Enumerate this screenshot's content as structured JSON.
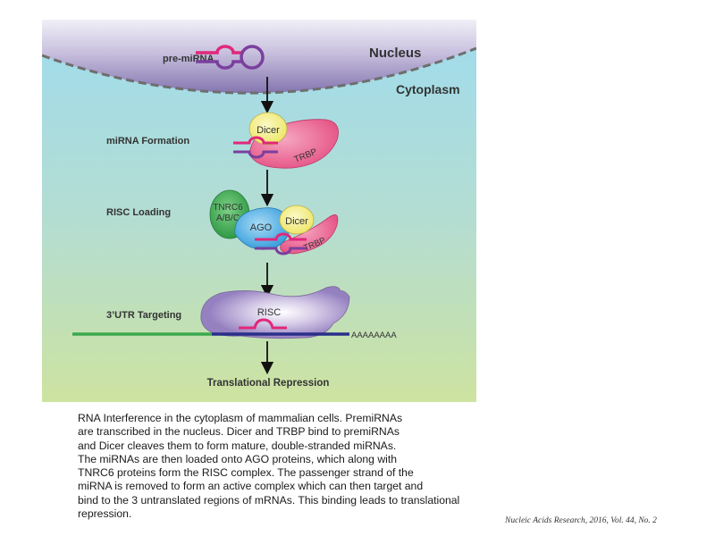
{
  "figure": {
    "compartments": {
      "nucleus": "Nucleus",
      "cytoplasm": "Cytoplasm"
    },
    "steps": {
      "pre_mirna": "pre-miRNA",
      "mirna_formation": "miRNA Formation",
      "risc_loading": "RISC Loading",
      "utr_targeting": "3’UTR Targeting",
      "translational_repression": "Translational Repression"
    },
    "proteins": {
      "dicer": "Dicer",
      "trbp": "TRBP",
      "tnrc6_line1": "TNRC6",
      "tnrc6_line2": "A/B/C",
      "ago": "AGO",
      "risc": "RISC"
    },
    "poly_a_tail": "AAAAAAAA",
    "colors": {
      "nucleus_top": "#efeef6",
      "nucleus_bottom": "#8a7cb3",
      "cytoplasm_top": "#9fdcee",
      "cytoplasm_bottom": "#cde3a0",
      "mirna_strand_1": "#e0287a",
      "mirna_strand_2": "#7b3f9e",
      "dicer": "#f4ef8a",
      "trbp": "#ea5a8a",
      "tnrc6": "#3aa84e",
      "ago": "#3ea8e0",
      "risc": "#9b86c4",
      "mrna_utr": "#3aa84e",
      "mrna_coding": "#2a2f8a"
    }
  },
  "caption": {
    "lines": [
      "RNA Interference in the cytoplasm of mammalian cells. PremiRNAs",
      "are transcribed in the nucleus. Dicer and TRBP bind to premiRNAs",
      "and Dicer cleaves them to form mature, double-stranded miRNAs.",
      "The miRNAs are then loaded onto AGO proteins, which along with",
      "TNRC6 proteins form the RISC complex. The passenger strand of the",
      "miRNA is removed to form an active complex which can then target and",
      "bind to the 3 untranslated regions of mRNAs. This binding leads to translational",
      "repression."
    ]
  },
  "citation": "Nucleic Acids Research, 2016, Vol. 44, No. 2"
}
